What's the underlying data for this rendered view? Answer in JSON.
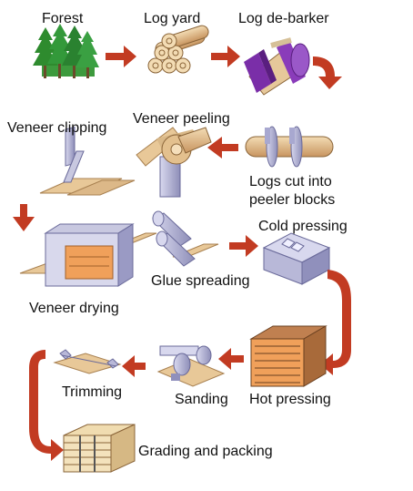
{
  "stages": [
    {
      "id": "forest",
      "label": "Forest"
    },
    {
      "id": "log-yard",
      "label": "Log yard"
    },
    {
      "id": "log-debarker",
      "label": "Log de-barker"
    },
    {
      "id": "veneer-clipping",
      "label": "Veneer clipping"
    },
    {
      "id": "veneer-peeling",
      "label": "Veneer peeling"
    },
    {
      "id": "peeler-blocks",
      "label": "Logs cut into peeler blocks"
    },
    {
      "id": "cold-pressing",
      "label": "Cold pressing"
    },
    {
      "id": "veneer-drying",
      "label": "Veneer drying"
    },
    {
      "id": "glue-spreading",
      "label": "Glue spreading"
    },
    {
      "id": "trimming",
      "label": "Trimming"
    },
    {
      "id": "sanding",
      "label": "Sanding"
    },
    {
      "id": "hot-pressing",
      "label": "Hot pressing"
    },
    {
      "id": "grading-packing",
      "label": "Grading and packing"
    }
  ],
  "colors": {
    "arrow": "#c23b22",
    "tree": "#2e8b2e",
    "wood_light": "#e8c898",
    "wood_dark": "#c89560",
    "steel": "#b8b8d8",
    "purple": "#7a2ea8",
    "drying_box": "#f0a05a"
  }
}
